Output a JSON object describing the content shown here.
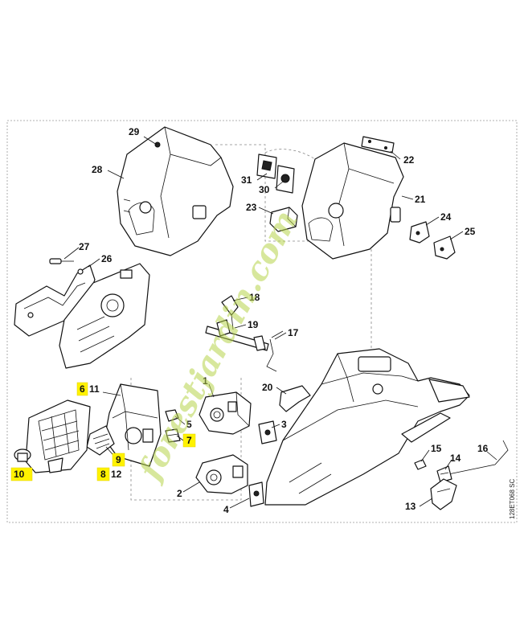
{
  "diagram": {
    "code": "128ET068 SC",
    "watermark": "forestjardin.com",
    "highlight_color": "#fff200",
    "callouts": [
      {
        "id": "29",
        "label": "29",
        "highlighted": false
      },
      {
        "id": "28",
        "label": "28",
        "highlighted": false
      },
      {
        "id": "22",
        "label": "22",
        "highlighted": false
      },
      {
        "id": "31",
        "label": "31",
        "highlighted": false
      },
      {
        "id": "30",
        "label": "30",
        "highlighted": false
      },
      {
        "id": "21",
        "label": "21",
        "highlighted": false
      },
      {
        "id": "23",
        "label": "23",
        "highlighted": false
      },
      {
        "id": "24",
        "label": "24",
        "highlighted": false
      },
      {
        "id": "25",
        "label": "25",
        "highlighted": false
      },
      {
        "id": "27",
        "label": "27",
        "highlighted": false
      },
      {
        "id": "26",
        "label": "26",
        "highlighted": false
      },
      {
        "id": "18",
        "label": "18",
        "highlighted": false
      },
      {
        "id": "19",
        "label": "19",
        "highlighted": false
      },
      {
        "id": "17",
        "label": "17",
        "highlighted": false
      },
      {
        "id": "1",
        "label": "1",
        "highlighted": false
      },
      {
        "id": "6",
        "label": "6",
        "highlighted": true
      },
      {
        "id": "11",
        "label": "11",
        "highlighted": false
      },
      {
        "id": "20",
        "label": "20",
        "highlighted": false
      },
      {
        "id": "5",
        "label": "5",
        "highlighted": false
      },
      {
        "id": "3",
        "label": "3",
        "highlighted": false
      },
      {
        "id": "7",
        "label": "7",
        "highlighted": true
      },
      {
        "id": "9",
        "label": "9",
        "highlighted": true
      },
      {
        "id": "10",
        "label": "10",
        "highlighted": true
      },
      {
        "id": "8",
        "label": "8",
        "highlighted": true
      },
      {
        "id": "12",
        "label": "12",
        "highlighted": false
      },
      {
        "id": "2",
        "label": "2",
        "highlighted": false
      },
      {
        "id": "4",
        "label": "4",
        "highlighted": false
      },
      {
        "id": "15",
        "label": "15",
        "highlighted": false
      },
      {
        "id": "16",
        "label": "16",
        "highlighted": false
      },
      {
        "id": "14",
        "label": "14",
        "highlighted": false
      },
      {
        "id": "13",
        "label": "13",
        "highlighted": false
      }
    ]
  }
}
